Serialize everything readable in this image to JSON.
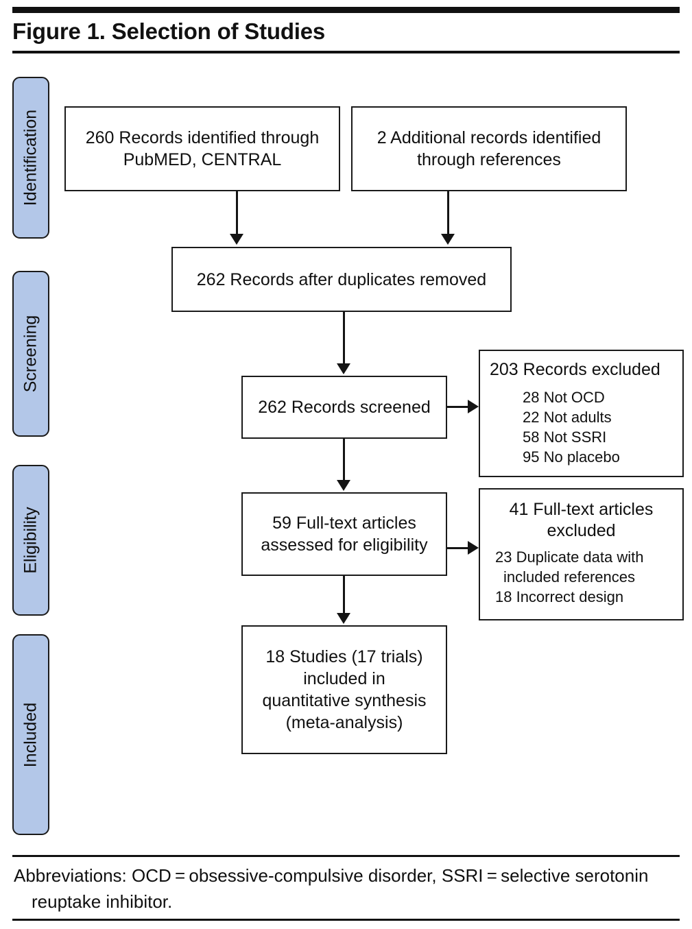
{
  "figure": {
    "title": "Figure 1. Selection of Studies",
    "accent_color": "#b3c7e8",
    "line_color": "#141414"
  },
  "stages": [
    {
      "label": "Identification"
    },
    {
      "label": "Screening"
    },
    {
      "label": "Eligibility"
    },
    {
      "label": "Included"
    }
  ],
  "boxes": {
    "identified_database": {
      "line1": "260 Records identified through",
      "line2": "PubMED, CENTRAL"
    },
    "identified_references": {
      "line1": "2 Additional records identified",
      "line2": "through references"
    },
    "after_duplicates": {
      "line1": "262 Records after duplicates removed"
    },
    "screened": {
      "line1": "262 Records screened"
    },
    "records_excluded": {
      "heading": "203 Records excluded",
      "reasons": [
        "28 Not OCD",
        "22 Not adults",
        "58 Not SSRI",
        "95 No placebo"
      ]
    },
    "fulltext_assessed": {
      "line1": "59 Full-text articles",
      "line2": "assessed for eligibility"
    },
    "fulltext_excluded": {
      "heading_line1": "41 Full-text articles",
      "heading_line2": "excluded",
      "reasons": [
        "23 Duplicate data with included references",
        "18 Incorrect design"
      ]
    },
    "included_studies": {
      "line1": "18 Studies (17 trials)",
      "line2": "included in",
      "line3": "quantitative synthesis",
      "line4": "(meta-analysis)"
    }
  },
  "footnote": {
    "text": "Abbreviations: OCD = obsessive-compulsive disorder, SSRI = selective serotonin reuptake inhibitor."
  },
  "chart_data": {
    "type": "diagram",
    "title": "Figure 1. Selection of Studies",
    "diagram_kind": "PRISMA flow diagram",
    "stages": [
      "Identification",
      "Screening",
      "Eligibility",
      "Included"
    ],
    "nodes": [
      {
        "id": "identified_database",
        "stage": "Identification",
        "count": 260,
        "label": "Records identified through PubMED, CENTRAL"
      },
      {
        "id": "identified_references",
        "stage": "Identification",
        "count": 2,
        "label": "Additional records identified through references"
      },
      {
        "id": "after_duplicates",
        "stage": "Identification",
        "count": 262,
        "label": "Records after duplicates removed"
      },
      {
        "id": "screened",
        "stage": "Screening",
        "count": 262,
        "label": "Records screened"
      },
      {
        "id": "records_excluded",
        "stage": "Screening",
        "count": 203,
        "label": "Records excluded",
        "breakdown": [
          {
            "count": 28,
            "reason": "Not OCD"
          },
          {
            "count": 22,
            "reason": "Not adults"
          },
          {
            "count": 58,
            "reason": "Not SSRI"
          },
          {
            "count": 95,
            "reason": "No placebo"
          }
        ]
      },
      {
        "id": "fulltext_assessed",
        "stage": "Eligibility",
        "count": 59,
        "label": "Full-text articles assessed for eligibility"
      },
      {
        "id": "fulltext_excluded",
        "stage": "Eligibility",
        "count": 41,
        "label": "Full-text articles excluded",
        "breakdown": [
          {
            "count": 23,
            "reason": "Duplicate data with included references"
          },
          {
            "count": 18,
            "reason": "Incorrect design"
          }
        ]
      },
      {
        "id": "included_studies",
        "stage": "Included",
        "count": 18,
        "trials": 17,
        "label": "Studies (17 trials) included in quantitative synthesis (meta-analysis)"
      }
    ],
    "edges": [
      {
        "from": "identified_database",
        "to": "after_duplicates"
      },
      {
        "from": "identified_references",
        "to": "after_duplicates"
      },
      {
        "from": "after_duplicates",
        "to": "screened"
      },
      {
        "from": "screened",
        "to": "records_excluded"
      },
      {
        "from": "screened",
        "to": "fulltext_assessed"
      },
      {
        "from": "fulltext_assessed",
        "to": "fulltext_excluded"
      },
      {
        "from": "fulltext_assessed",
        "to": "included_studies"
      }
    ]
  }
}
